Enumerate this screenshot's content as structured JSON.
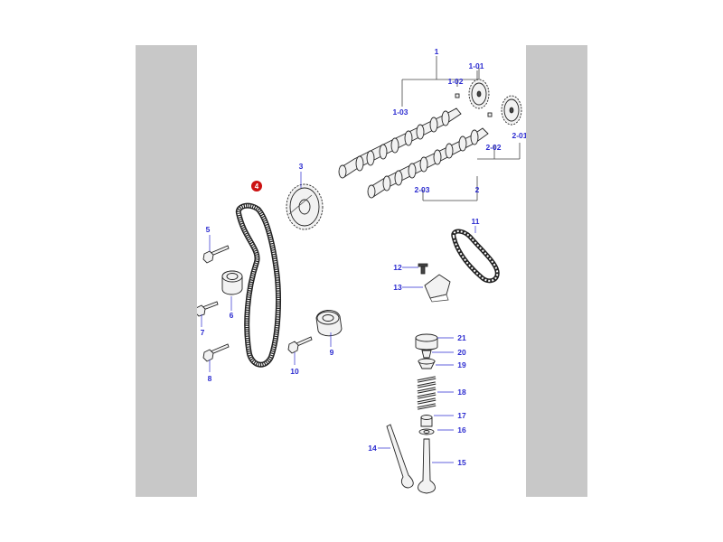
{
  "diagram": {
    "highlight_color": "#cc1111",
    "label_color": "#2b2bd0",
    "side_panel_color": "#c8c8c8",
    "labels": {
      "p1": "1",
      "p1_01": "1-01",
      "p1_02": "1-02",
      "p1_03": "1-03",
      "p2": "2",
      "p2_01": "2-01",
      "p2_02": "2-02",
      "p2_03": "2-03",
      "p3": "3",
      "p4": "4",
      "p5": "5",
      "p6": "6",
      "p7": "7",
      "p8": "8",
      "p9": "9",
      "p10": "10",
      "p11": "11",
      "p12": "12",
      "p13": "13",
      "p14": "14",
      "p15": "15",
      "p16": "16",
      "p17": "17",
      "p18": "18",
      "p19": "19",
      "p20": "20",
      "p21": "21"
    }
  }
}
